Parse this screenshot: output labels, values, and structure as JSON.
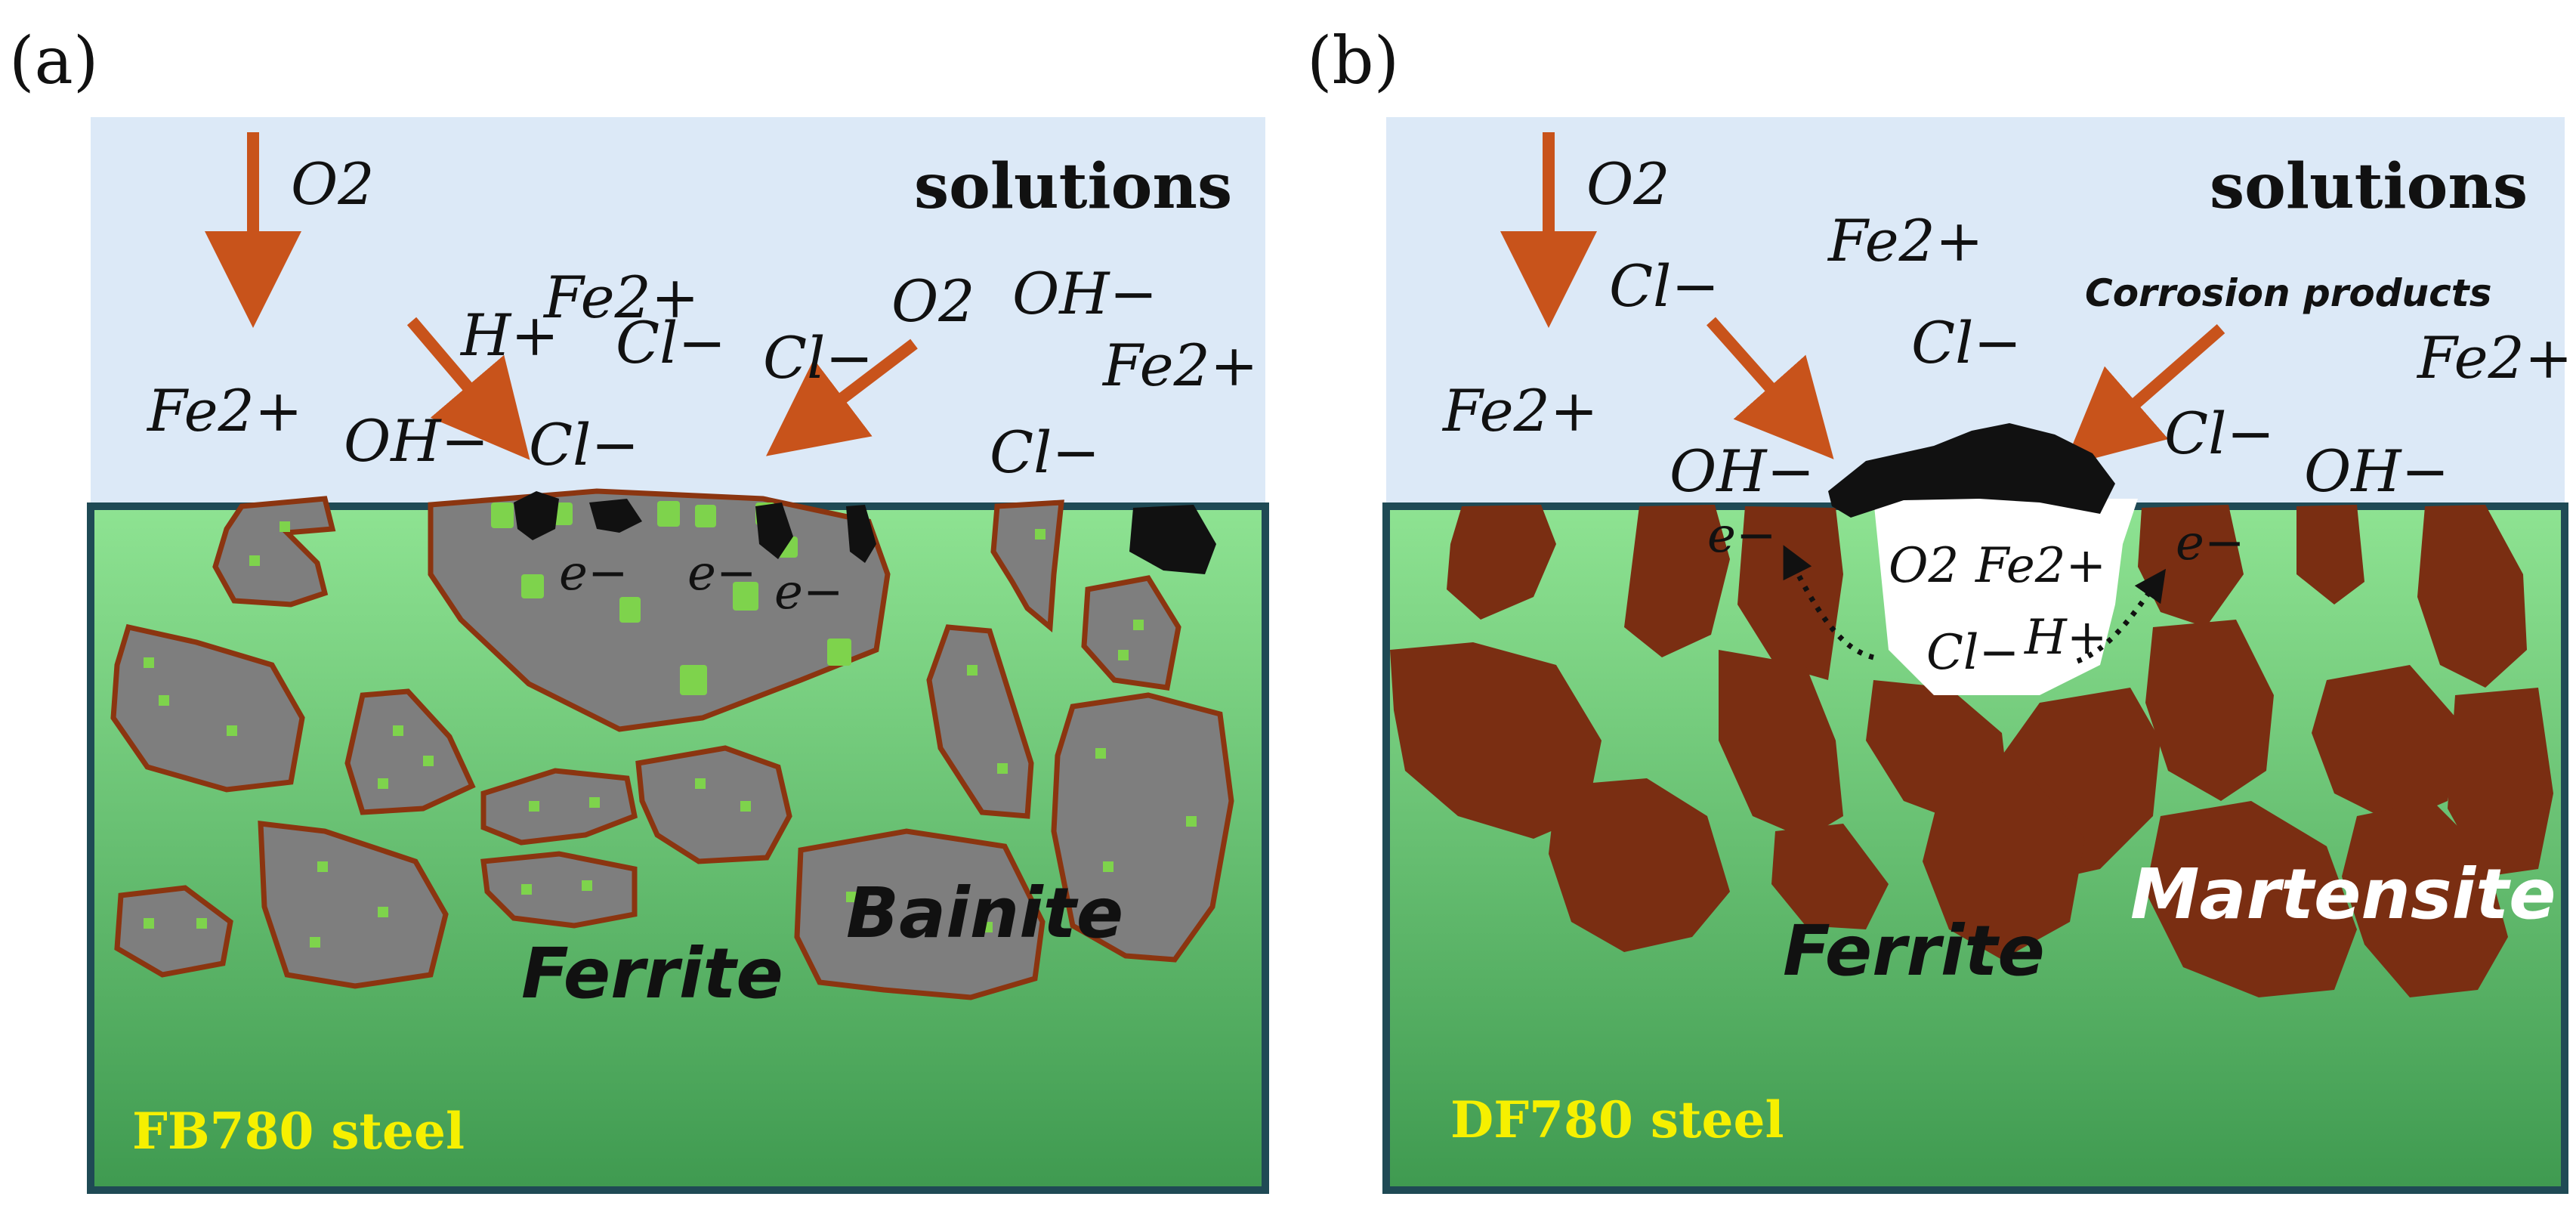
{
  "panel_a": {
    "label": "(a)",
    "solution_label": "solutions",
    "steel_label": "FB780 steel",
    "ferrite_label": "Ferrite",
    "second_phase_label": "Bainite",
    "species": {
      "o2_left": "O2",
      "fe2_left": "Fe2+",
      "h_plus": "H+",
      "fe2_center": "Fe2+",
      "cl_center": "Cl−",
      "oh_center": "OH−",
      "cl_surface": "Cl−",
      "cl_mid": "Cl−",
      "o2_mid": "O2",
      "oh_right": "OH−",
      "fe2_right": "Fe2+",
      "cl_right": "Cl−",
      "electron_1": "e−",
      "electron_2": "e−",
      "electron_3": "e−"
    },
    "colors": {
      "solution": "#dce9f7",
      "steel_top": "#8ee392",
      "steel_bottom": "#3f9a50",
      "bainite": "#7e7e7e",
      "outline": "#8b3510",
      "carbide": "#7ed34c",
      "product": "#111111",
      "arrow": "#c8531b"
    }
  },
  "panel_b": {
    "label": "(b)",
    "solution_label": "solutions",
    "steel_label": "DF780 steel",
    "ferrite_label": "Ferrite",
    "second_phase_label": "Martensite",
    "corrosion_label": "Corrosion products",
    "species": {
      "o2_left": "O2",
      "cl_left": "Cl−",
      "fe2_left": "Fe2+",
      "fe2_top": "Fe2+",
      "cl_top": "Cl−",
      "oh_left": "OH−",
      "cl_right": "Cl−",
      "oh_right": "OH−",
      "fe2_right": "Fe2+",
      "pit_o2": "O2",
      "pit_fe2": "Fe2+",
      "pit_cl": "Cl−",
      "pit_h": "H+",
      "electron_left": "e−",
      "electron_right": "e−"
    },
    "colors": {
      "martensite": "#7a2e12",
      "pit": "#ffffff"
    }
  }
}
